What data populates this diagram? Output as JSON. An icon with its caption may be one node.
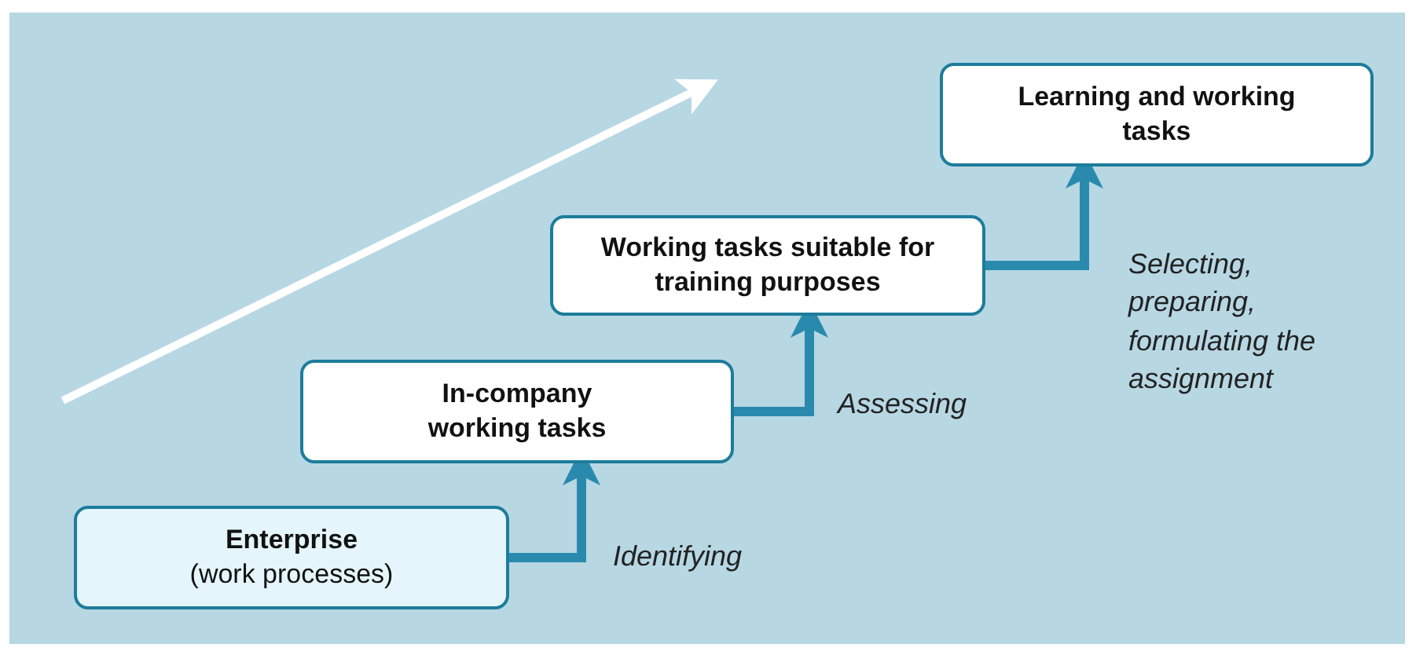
{
  "diagram": {
    "nodes": [
      {
        "text": [
          "Enterprise",
          "(work processes)"
        ]
      },
      {
        "text": [
          "In-company working tasks"
        ]
      },
      {
        "text": [
          "Working tasks suitable for training purposes"
        ]
      },
      {
        "text": [
          "Learning and working tasks"
        ]
      }
    ],
    "edges": [
      {
        "from": 0,
        "to": 1,
        "arrow": "to",
        "label": "Identifying"
      },
      {
        "from": 1,
        "to": 2,
        "arrow": "to",
        "label": "Assessing"
      },
      {
        "from": 2,
        "to": 3,
        "arrow": "to",
        "label": "Selecting, preparing, formulating the assignment"
      }
    ]
  }
}
